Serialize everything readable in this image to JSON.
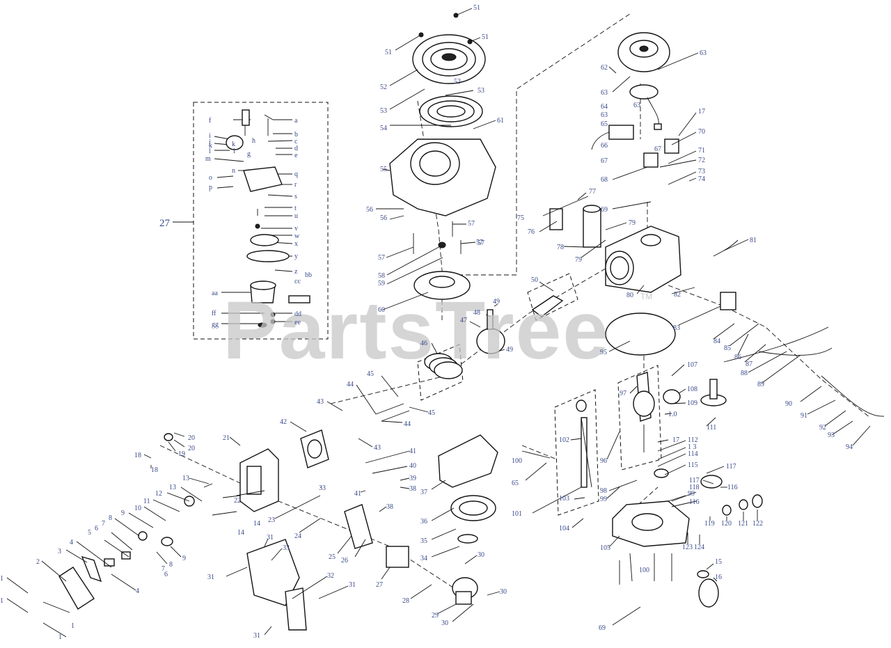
{
  "watermark": {
    "text": "PartsTree",
    "trademark": "TM"
  },
  "callouts": [
    {
      "id": "c51a",
      "text": "51"
    },
    {
      "id": "c51b",
      "text": "51"
    },
    {
      "id": "c51c",
      "text": "51"
    },
    {
      "id": "c52",
      "text": "52"
    },
    {
      "id": "c53a",
      "text": "53"
    },
    {
      "id": "c53b",
      "text": "53"
    },
    {
      "id": "c53c",
      "text": "53"
    },
    {
      "id": "c54",
      "text": "54"
    },
    {
      "id": "c55",
      "text": "55"
    },
    {
      "id": "c56a",
      "text": "56"
    },
    {
      "id": "c56b",
      "text": "56"
    },
    {
      "id": "c57a",
      "text": "57"
    },
    {
      "id": "c57b",
      "text": "57"
    },
    {
      "id": "c57c",
      "text": "57"
    },
    {
      "id": "c57d",
      "text": "57"
    },
    {
      "id": "c58",
      "text": "58"
    },
    {
      "id": "c59",
      "text": "59"
    },
    {
      "id": "c60",
      "text": "60"
    },
    {
      "id": "c61",
      "text": "61"
    },
    {
      "id": "c62",
      "text": "62"
    },
    {
      "id": "c63a",
      "text": "63"
    },
    {
      "id": "c63b",
      "text": "63"
    },
    {
      "id": "c63c",
      "text": "63"
    },
    {
      "id": "c63d",
      "text": "63"
    },
    {
      "id": "c64",
      "text": "64"
    },
    {
      "id": "c65a",
      "text": "65"
    },
    {
      "id": "c66",
      "text": "66"
    },
    {
      "id": "c67a",
      "text": "67"
    },
    {
      "id": "c67b",
      "text": "67"
    },
    {
      "id": "c68",
      "text": "68"
    },
    {
      "id": "c69a",
      "text": "69"
    },
    {
      "id": "c70",
      "text": "70"
    },
    {
      "id": "c71",
      "text": "71"
    },
    {
      "id": "c72",
      "text": "72"
    },
    {
      "id": "c73",
      "text": "73"
    },
    {
      "id": "c74",
      "text": "74"
    },
    {
      "id": "c17a",
      "text": "17"
    },
    {
      "id": "c75",
      "text": "75"
    },
    {
      "id": "c76",
      "text": "76"
    },
    {
      "id": "c77",
      "text": "77"
    },
    {
      "id": "c78",
      "text": "78"
    },
    {
      "id": "c79a",
      "text": "79"
    },
    {
      "id": "c79b",
      "text": "79"
    },
    {
      "id": "c80",
      "text": "80"
    },
    {
      "id": "c81",
      "text": "81"
    },
    {
      "id": "c82",
      "text": "82"
    },
    {
      "id": "c83",
      "text": "83"
    },
    {
      "id": "c84",
      "text": "84"
    },
    {
      "id": "c85",
      "text": "85"
    },
    {
      "id": "c86",
      "text": "86"
    },
    {
      "id": "c87",
      "text": "87"
    },
    {
      "id": "c88",
      "text": "88"
    },
    {
      "id": "c89",
      "text": "89"
    },
    {
      "id": "c90",
      "text": "90"
    },
    {
      "id": "c91",
      "text": "91"
    },
    {
      "id": "c92",
      "text": "92"
    },
    {
      "id": "c93",
      "text": "93"
    },
    {
      "id": "c94",
      "text": "94"
    },
    {
      "id": "c95",
      "text": "95"
    },
    {
      "id": "c96",
      "text": "96"
    },
    {
      "id": "c97",
      "text": "97"
    },
    {
      "id": "c98",
      "text": "98"
    },
    {
      "id": "c99a",
      "text": "99"
    },
    {
      "id": "c99b",
      "text": "99"
    },
    {
      "id": "c100a",
      "text": "100"
    },
    {
      "id": "c100b",
      "text": "100"
    },
    {
      "id": "c101",
      "text": "101"
    },
    {
      "id": "c102",
      "text": "102"
    },
    {
      "id": "c103",
      "text": "103"
    },
    {
      "id": "c104",
      "text": "104"
    },
    {
      "id": "c105",
      "text": "105"
    },
    {
      "id": "c107",
      "text": "107"
    },
    {
      "id": "c108",
      "text": "108"
    },
    {
      "id": "c109",
      "text": "109"
    },
    {
      "id": "c110",
      "text": "1.0"
    },
    {
      "id": "c111",
      "text": "111"
    },
    {
      "id": "c17b",
      "text": "17"
    },
    {
      "id": "c112",
      "text": "112"
    },
    {
      "id": "c113",
      "text": "1 3"
    },
    {
      "id": "c114",
      "text": "114"
    },
    {
      "id": "c115a",
      "text": "115"
    },
    {
      "id": "c117a",
      "text": "117"
    },
    {
      "id": "c117b",
      "text": "117"
    },
    {
      "id": "c118",
      "text": "118"
    },
    {
      "id": "c116a",
      "text": "116"
    },
    {
      "id": "c116b",
      "text": "116"
    },
    {
      "id": "c119",
      "text": "119"
    },
    {
      "id": "c120",
      "text": "120"
    },
    {
      "id": "c121",
      "text": "121"
    },
    {
      "id": "c122",
      "text": "122"
    },
    {
      "id": "c123",
      "text": "123"
    },
    {
      "id": "c124",
      "text": "124"
    },
    {
      "id": "c115b",
      "text": "15"
    },
    {
      "id": "c16",
      "text": "16"
    },
    {
      "id": "c69b",
      "text": "69"
    },
    {
      "id": "c65b",
      "text": "65"
    },
    {
      "id": "c50",
      "text": "50"
    },
    {
      "id": "c49a",
      "text": "49"
    },
    {
      "id": "c48",
      "text": "48"
    },
    {
      "id": "c47",
      "text": "47"
    },
    {
      "id": "c49b",
      "text": "49"
    },
    {
      "id": "c46",
      "text": "46"
    },
    {
      "id": "c45a",
      "text": "45"
    },
    {
      "id": "c45b",
      "text": "45"
    },
    {
      "id": "c44a",
      "text": "44"
    },
    {
      "id": "c44b",
      "text": "44"
    },
    {
      "id": "c43a",
      "text": "43"
    },
    {
      "id": "c43b",
      "text": "43"
    },
    {
      "id": "c42",
      "text": "42"
    },
    {
      "id": "c41a",
      "text": "41"
    },
    {
      "id": "c41b",
      "text": "41"
    },
    {
      "id": "c40",
      "text": "40"
    },
    {
      "id": "c39",
      "text": "39"
    },
    {
      "id": "c38a",
      "text": "38"
    },
    {
      "id": "c38b",
      "text": "38"
    },
    {
      "id": "c37",
      "text": "37"
    },
    {
      "id": "c36",
      "text": "36"
    },
    {
      "id": "c35",
      "text": "35"
    },
    {
      "id": "c34",
      "text": "34"
    },
    {
      "id": "c33a",
      "text": "33"
    },
    {
      "id": "c33b",
      "text": "33"
    },
    {
      "id": "c32",
      "text": "32"
    },
    {
      "id": "c31a",
      "text": "31"
    },
    {
      "id": "c31b",
      "text": "31"
    },
    {
      "id": "c31c",
      "text": "31"
    },
    {
      "id": "c31d",
      "text": "31"
    },
    {
      "id": "c30a",
      "text": "30"
    },
    {
      "id": "c30b",
      "text": "30"
    },
    {
      "id": "c30c",
      "text": "30"
    },
    {
      "id": "c29",
      "text": "29"
    },
    {
      "id": "c28",
      "text": "28"
    },
    {
      "id": "c27b",
      "text": "27"
    },
    {
      "id": "c26",
      "text": "26"
    },
    {
      "id": "c25",
      "text": "25"
    },
    {
      "id": "c24",
      "text": "24"
    },
    {
      "id": "c23",
      "text": "23"
    },
    {
      "id": "c22",
      "text": "22"
    },
    {
      "id": "c21",
      "text": "21"
    },
    {
      "id": "c20a",
      "text": "20"
    },
    {
      "id": "c20b",
      "text": "20"
    },
    {
      "id": "c19",
      "text": "19"
    },
    {
      "id": "c18a",
      "text": "18"
    },
    {
      "id": "c18b",
      "text": "18"
    },
    {
      "id": "c14a",
      "text": "14"
    },
    {
      "id": "c14b",
      "text": "14"
    },
    {
      "id": "c13a",
      "text": "13"
    },
    {
      "id": "c13b",
      "text": "13"
    },
    {
      "id": "c12",
      "text": "12"
    },
    {
      "id": "c11",
      "text": "11"
    },
    {
      "id": "c10",
      "text": "10"
    },
    {
      "id": "c9a",
      "text": "9"
    },
    {
      "id": "c9b",
      "text": "9"
    },
    {
      "id": "c8a",
      "text": "8"
    },
    {
      "id": "c8b",
      "text": "8"
    },
    {
      "id": "c7a",
      "text": "7"
    },
    {
      "id": "c7b",
      "text": "7"
    },
    {
      "id": "c6a",
      "text": "6"
    },
    {
      "id": "c6b",
      "text": "6"
    },
    {
      "id": "c5",
      "text": "5"
    },
    {
      "id": "c4a",
      "text": "4"
    },
    {
      "id": "c4b",
      "text": "4"
    },
    {
      "id": "c3",
      "text": "3"
    },
    {
      "id": "c2",
      "text": "2"
    },
    {
      "id": "c1a",
      "text": "1"
    },
    {
      "id": "c1b",
      "text": "1"
    },
    {
      "id": "c1c",
      "text": "1"
    },
    {
      "id": "c1d",
      "text": "1"
    },
    {
      "id": "c27",
      "text": "27"
    },
    {
      "id": "ca",
      "text": "a"
    },
    {
      "id": "cb",
      "text": "b"
    },
    {
      "id": "cc",
      "text": "c"
    },
    {
      "id": "cd",
      "text": "d"
    },
    {
      "id": "ce",
      "text": "e"
    },
    {
      "id": "cf",
      "text": "f"
    },
    {
      "id": "cg",
      "text": "g"
    },
    {
      "id": "ch",
      "text": "h"
    },
    {
      "id": "ci",
      "text": "i"
    },
    {
      "id": "cj",
      "text": "j"
    },
    {
      "id": "ck",
      "text": "k"
    },
    {
      "id": "ck2",
      "text": "k"
    },
    {
      "id": "cl",
      "text": "l"
    },
    {
      "id": "cl2",
      "text": "l"
    },
    {
      "id": "cm",
      "text": "m"
    },
    {
      "id": "cn",
      "text": "n"
    },
    {
      "id": "co",
      "text": "o"
    },
    {
      "id": "cp",
      "text": "p"
    },
    {
      "id": "cq",
      "text": "q"
    },
    {
      "id": "cr",
      "text": "r"
    },
    {
      "id": "cs",
      "text": "s"
    },
    {
      "id": "ct",
      "text": "t"
    },
    {
      "id": "cu",
      "text": "u"
    },
    {
      "id": "cv",
      "text": "v"
    },
    {
      "id": "cw",
      "text": "w"
    },
    {
      "id": "cx",
      "text": "x"
    },
    {
      "id": "cy",
      "text": "y"
    },
    {
      "id": "cz",
      "text": "z"
    },
    {
      "id": "caa",
      "text": "aa"
    },
    {
      "id": "cbb",
      "text": "bb"
    },
    {
      "id": "ccc",
      "text": "cc"
    },
    {
      "id": "cdd",
      "text": "dd"
    },
    {
      "id": "cee",
      "text": "ee"
    },
    {
      "id": "cff",
      "text": "ff"
    },
    {
      "id": "cgg",
      "text": "gg"
    }
  ]
}
